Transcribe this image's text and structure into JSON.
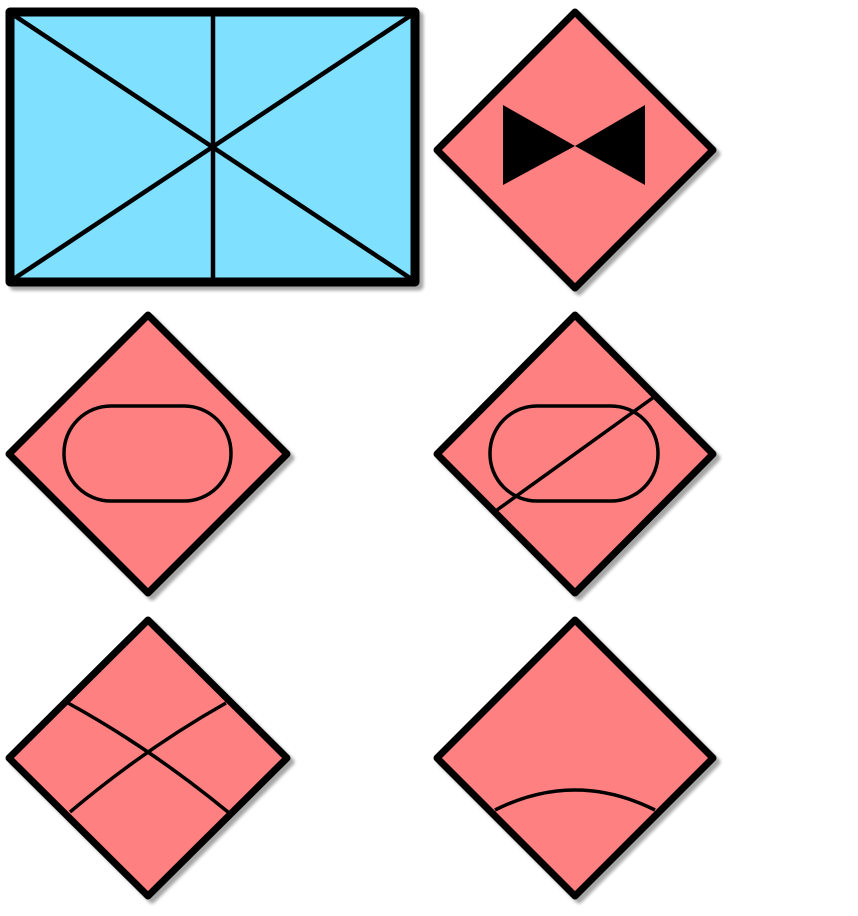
{
  "symbols": [
    {
      "id": "rectangle-x-symbol",
      "shape": "rectangle",
      "interior": "x-cross-with-vertical-center-line"
    },
    {
      "id": "diamond-bowtie-symbol",
      "shape": "diamond",
      "interior": "filled-bowtie"
    },
    {
      "id": "diamond-capsule-symbol",
      "shape": "diamond",
      "interior": "capsule"
    },
    {
      "id": "diamond-capsule-slash-symbol",
      "shape": "diamond",
      "interior": "capsule-with-diagonal-slash"
    },
    {
      "id": "diamond-cross-symbol",
      "shape": "diamond",
      "interior": "curved-x"
    },
    {
      "id": "diamond-arc-symbol",
      "shape": "diamond",
      "interior": "bottom-arc"
    }
  ],
  "colors": {
    "rectangle_fill": "#80e0ff",
    "diamond_fill": "#ff8080",
    "stroke": "#000000",
    "shadow": "#b0b0b0",
    "background": "#ffffff"
  }
}
